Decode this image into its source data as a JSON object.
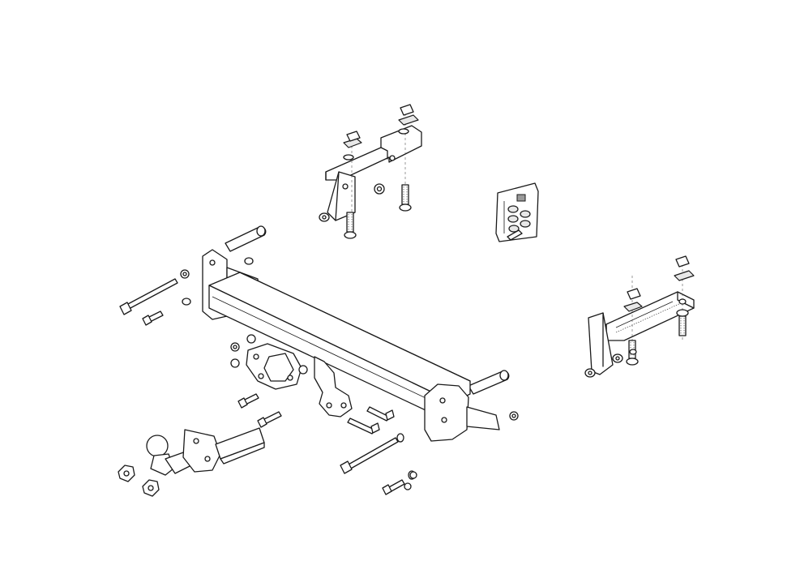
{
  "diagram": {
    "type": "exploded-assembly",
    "colors": {
      "line": "#1a1a1a",
      "background": "#ffffff",
      "shade": "#e8e8e8"
    },
    "components": [
      "left-side-bracket",
      "right-side-bracket",
      "main-crossbar",
      "tow-ball-neck",
      "socket-plate",
      "fastener-kit-card",
      "bolts",
      "nuts",
      "washers",
      "spacer-tubes"
    ]
  }
}
